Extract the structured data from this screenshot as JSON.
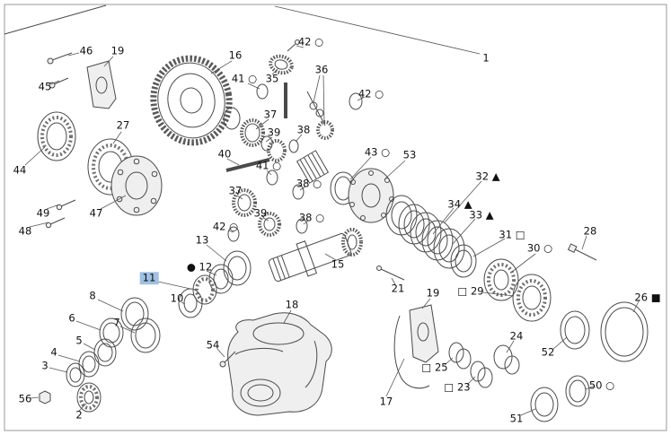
{
  "colors": {
    "highlight": "#9fc1e3",
    "line": "#4a4a4a"
  },
  "labels": {
    "l1": "1",
    "l2": "2",
    "l3": "3",
    "l4": "4",
    "l5": "5",
    "l6": "6",
    "l7": "7",
    "l8": "8",
    "l10": "10",
    "l11": "11",
    "l12": "● 12",
    "l13": "13",
    "l15": "15",
    "l16": "16",
    "l17": "17",
    "l18": "18",
    "l19a": "19",
    "l19b": "19",
    "l21": "21",
    "l23": "□ 23",
    "l24": "24",
    "l25": "□ 25",
    "l26": "26 ■",
    "l27": "27",
    "l28": "28",
    "l29": "□ 29",
    "l30": "30 ○",
    "l31": "31 □",
    "l32": "32 ▲",
    "l33": "33 ▲",
    "l34": "34 ▲",
    "l35": "35",
    "l36": "36",
    "l37a": "37",
    "l37b": "37",
    "l38a": "38",
    "l38b": "38 ○",
    "l38c": "38 ○",
    "l39a": "39",
    "l39b": "39",
    "l40": "40",
    "l41a": "41 ○",
    "l41b": "41 ○",
    "l42a": "42 ○",
    "l42b": "42 ○",
    "l42c": "42 ○",
    "l43": "43 ○",
    "l44": "44",
    "l45": "45",
    "l46": "46",
    "l47": "47",
    "l48": "48",
    "l49": "49",
    "l50": "50 ○",
    "l51": "51",
    "l52": "52",
    "l53": "53",
    "l54": "54",
    "l56": "56"
  }
}
